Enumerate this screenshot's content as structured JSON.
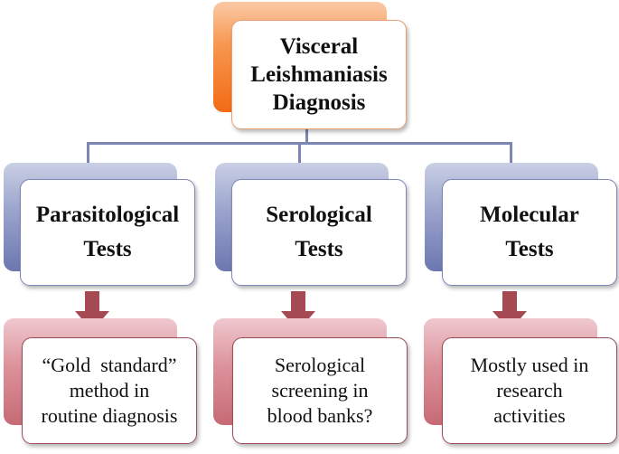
{
  "root": {
    "lines": [
      "Visceral",
      "Leishmaniasis",
      "Diagnosis"
    ]
  },
  "categories": [
    {
      "title_lines": [
        "Parasitological",
        "Tests"
      ],
      "note_lines": [
        "“Gold  standard”",
        "method in",
        "routine diagnosis"
      ]
    },
    {
      "title_lines": [
        "Serological",
        "Tests"
      ],
      "note_lines": [
        "Serological",
        "screening in",
        "blood banks?"
      ]
    },
    {
      "title_lines": [
        "Molecular",
        "Tests"
      ],
      "note_lines": [
        "Mostly used in",
        "research",
        "activities"
      ]
    }
  ],
  "colors": {
    "root_accent": "#f26b14",
    "category_accent": "#6c77b0",
    "note_accent": "#c66a75",
    "arrow": "#a54a53",
    "connector": "#7d86b3"
  }
}
